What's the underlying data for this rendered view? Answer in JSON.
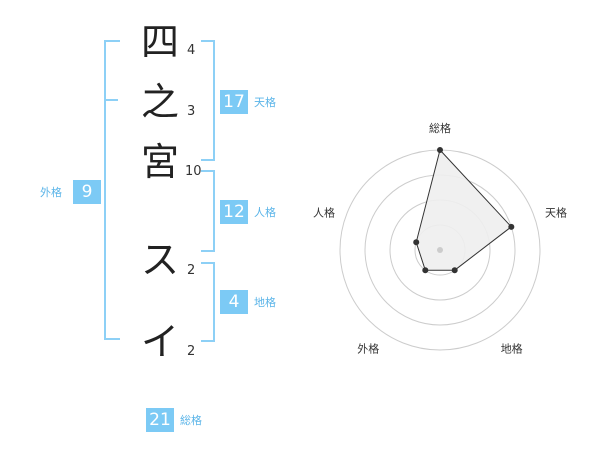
{
  "name": {
    "chars": [
      {
        "char": "四",
        "strokes": "4"
      },
      {
        "char": "之",
        "strokes": "3"
      },
      {
        "char": "宮",
        "strokes": "10"
      },
      {
        "char": "ス",
        "strokes": "2"
      },
      {
        "char": "イ",
        "strokes": "2"
      }
    ]
  },
  "fortunes": {
    "tenkaku": {
      "value": "17",
      "label": "天格"
    },
    "jinkaku": {
      "value": "12",
      "label": "人格"
    },
    "chikaku": {
      "value": "4",
      "label": "地格"
    },
    "gaikaku": {
      "value": "9",
      "label": "外格"
    },
    "soukaku": {
      "value": "21",
      "label": "総格"
    }
  },
  "chart_data": {
    "type": "radar",
    "axes": [
      "総格",
      "天格",
      "地格",
      "外格",
      "人格"
    ],
    "rings": 4,
    "values": [
      4,
      3,
      1,
      1,
      1
    ]
  },
  "colors": {
    "accent": "#7ccaf5",
    "bracket": "#8dd0f6",
    "label": "#5ab4e8",
    "polygon_fill": "#eeeeee",
    "ring": "#cccccc"
  }
}
